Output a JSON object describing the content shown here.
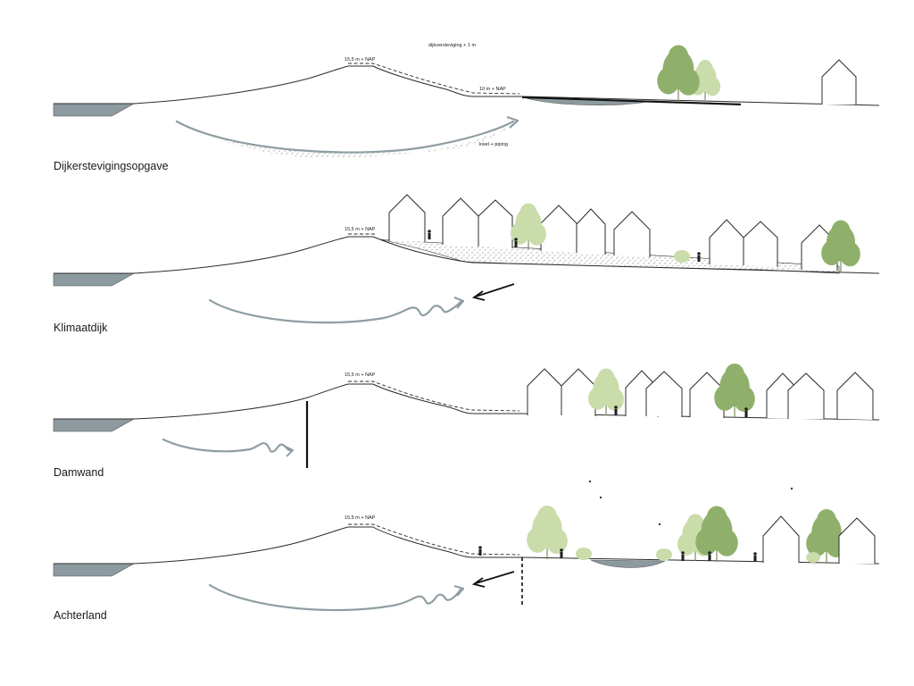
{
  "sections": [
    {
      "id": "dijkerstevigingsopgave",
      "title": "Dijkerstevigingsopgave",
      "crest_label": "15,5 m + NAP",
      "top_label": "dijkversteviging + 1 m",
      "toe_label": "10 m + NAP",
      "flow_label": "kwel + piping"
    },
    {
      "id": "klimaatdijk",
      "title": "Klimaatdijk",
      "crest_label": "15,5 m + NAP"
    },
    {
      "id": "damwand",
      "title": "Damwand",
      "crest_label": "15,5 m + NAP"
    },
    {
      "id": "achterland",
      "title": "Achterland",
      "crest_label": "15,5 m + NAP"
    }
  ],
  "colors": {
    "water": "#8d9ba0",
    "flow_arrow": "#8e9ea3",
    "tree_dark": "#8fb06a",
    "tree_light": "#c9dcaa",
    "line": "#2b2b2b"
  }
}
